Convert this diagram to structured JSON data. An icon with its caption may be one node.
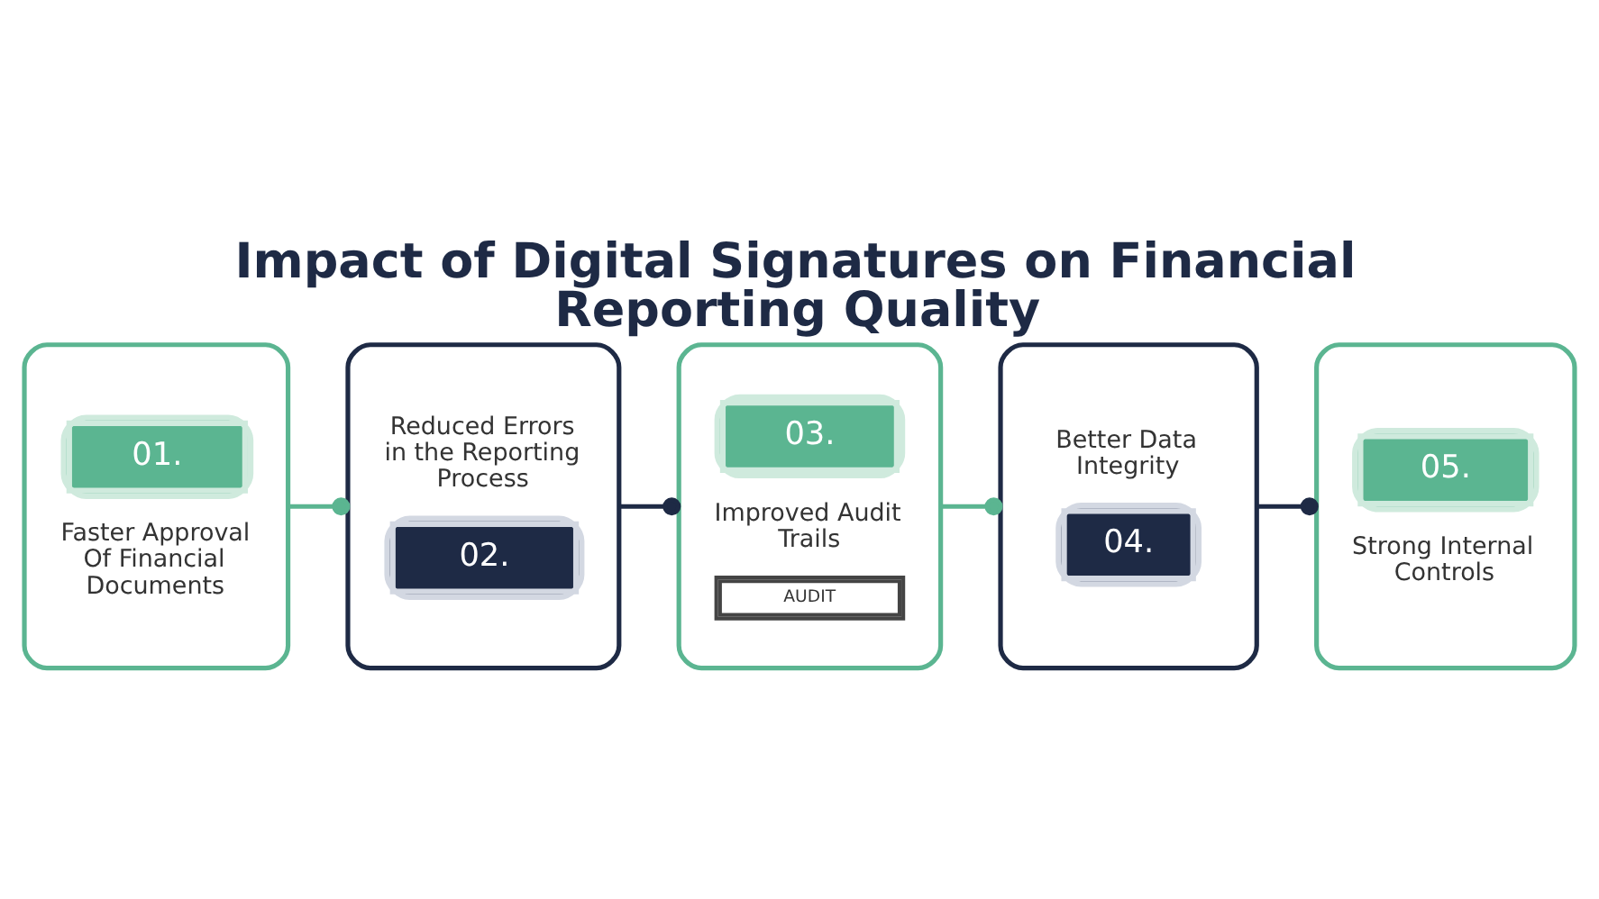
{
  "diagram": {
    "title": "Impact of Digital Signatures on Financial Reporting Quality",
    "nodes": [
      {
        "text": [
          "01.",
          "Faster Approval Of Financial Documents"
        ]
      },
      {
        "text": [
          "Reduced Errors in the Reporting Process",
          "02."
        ]
      },
      {
        "text": [
          "03.",
          "Improved Audit Trails",
          "AUDIT"
        ]
      },
      {
        "text": [
          "Better Data Integrity",
          "04."
        ]
      },
      {
        "text": [
          "05.",
          "Strong Internal Controls"
        ]
      }
    ],
    "edges": [
      {
        "from": 0,
        "to": 1,
        "arrow": "other"
      },
      {
        "from": 1,
        "to": 2,
        "arrow": "other",
        "color": "#1e2a45"
      },
      {
        "from": 2,
        "to": 3,
        "arrow": "other"
      },
      {
        "from": 3,
        "to": 4,
        "arrow": "other",
        "color": "#1e2a45"
      }
    ]
  }
}
